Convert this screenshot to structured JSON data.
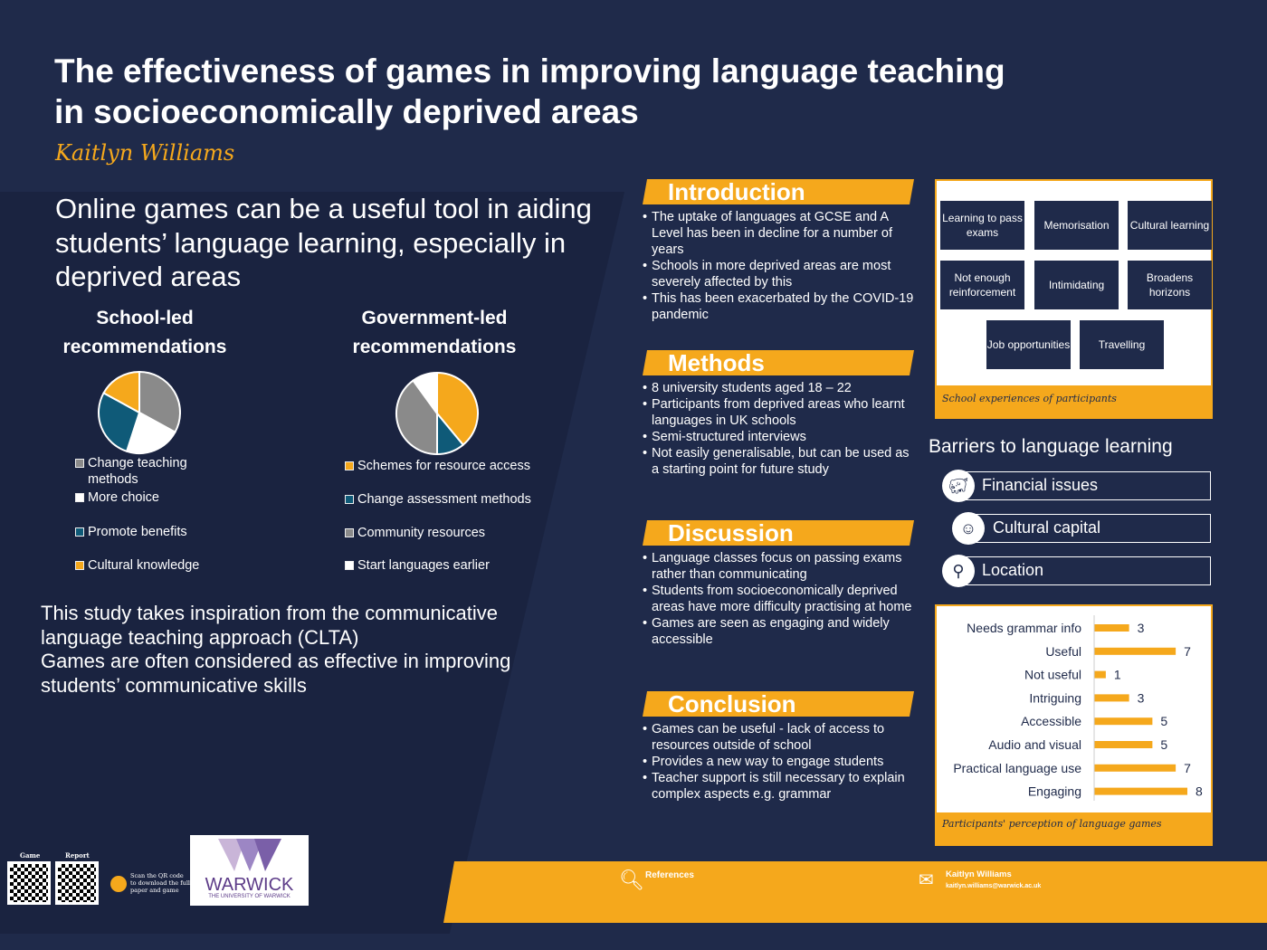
{
  "title": "The effectiveness of games in improving language teaching in socioeconomically deprived areas",
  "author": "Kaitlyn Williams",
  "headline": "Online games can be a useful tool in aiding students’ language learning, especially in deprived areas",
  "school": {
    "heading": "School-led recommendations"
  },
  "government": {
    "heading": "Government-led recommendations"
  },
  "study_text": "This study takes inspiration from the communicative language teaching approach (CLTA)",
  "study_text2": "Games are often considered as effective in improving students’ communicative skills",
  "introduction": {
    "heading": "Introduction",
    "bullets": [
      "The uptake of languages at GCSE and A Level has been in decline for a number of years",
      "Schools in more deprived areas are most severely affected by this",
      "This has been exacerbated by the COVID-19 pandemic"
    ]
  },
  "methods": {
    "heading": "Methods",
    "bullets": [
      "8 university students aged 18 – 22",
      "Participants from deprived areas who learnt languages in UK schools",
      "Semi-structured interviews",
      "Not easily generalisable, but can be used as a starting point for future study"
    ]
  },
  "discussion": {
    "heading": "Discussion",
    "bullets": [
      "Language classes focus on passing exams rather than communicating",
      "Students from socioeconomically deprived areas have more difficulty practising at home",
      "Games are seen as engaging and widely accessible"
    ]
  },
  "conclusion": {
    "heading": "Conclusion",
    "bullets": [
      "Games can be useful - lack of access to resources outside of school",
      "Provides a new way to engage students",
      "Teacher support is still necessary to explain complex aspects e.g. grammar"
    ]
  },
  "experiences": {
    "words": [
      "Learning to pass exams",
      "Memorisation",
      "Cultural learning",
      "Not enough reinforcement",
      "Intimidating",
      "Broadens horizons",
      "Job opportunities",
      "Travelling"
    ],
    "caption": "School experiences of participants"
  },
  "barriers": {
    "heading": "Barriers to language learning",
    "items": [
      {
        "label": "Financial issues",
        "icon": "piggy-bank-icon"
      },
      {
        "label": "Cultural capital",
        "icon": "head-brain-icon"
      },
      {
        "label": "Location",
        "icon": "location-pin-icon"
      }
    ]
  },
  "qr": {
    "game": "Game",
    "report": "Report",
    "text": "Scan the QR code to download the full paper and game"
  },
  "logo": {
    "name": "WARWICK",
    "sub": "THE UNIVERSITY OF WARWICK"
  },
  "footer": {
    "references": "References",
    "name": "Kaitlyn Williams",
    "email": "kaitlyn.williams@warwick.ac.uk"
  },
  "colors": {
    "navy": "#1f2a4a",
    "orange": "#f5a81c",
    "teal": "#0f5a78",
    "gray": "#8a8a8a",
    "white": "#ffffff"
  },
  "chart_data": [
    {
      "type": "pie",
      "title": "School-led recommendations",
      "categories": [
        "Change teaching methods",
        "More choice",
        "Promote benefits",
        "Cultural knowledge"
      ],
      "values": [
        33,
        22,
        28,
        17
      ],
      "colors": [
        "#8a8a8a",
        "#ffffff",
        "#0f5a78",
        "#f5a81c"
      ]
    },
    {
      "type": "pie",
      "title": "Government-led recommendations",
      "categories": [
        "Schemes for resource access",
        "Change assessment methods",
        "Community resources",
        "Start languages earlier"
      ],
      "values": [
        39,
        11,
        40,
        10
      ],
      "colors": [
        "#f5a81c",
        "#0f5a78",
        "#8a8a8a",
        "#ffffff"
      ]
    },
    {
      "type": "bar",
      "orientation": "horizontal",
      "title": "Participants' perception of language games",
      "categories": [
        "Needs grammar info",
        "Useful",
        "Not useful",
        "Intriguing",
        "Accessible",
        "Audio and visual",
        "Practical language use",
        "Engaging"
      ],
      "values": [
        3,
        7,
        1,
        3,
        5,
        5,
        7,
        8
      ],
      "xlim": [
        0,
        8
      ]
    }
  ]
}
